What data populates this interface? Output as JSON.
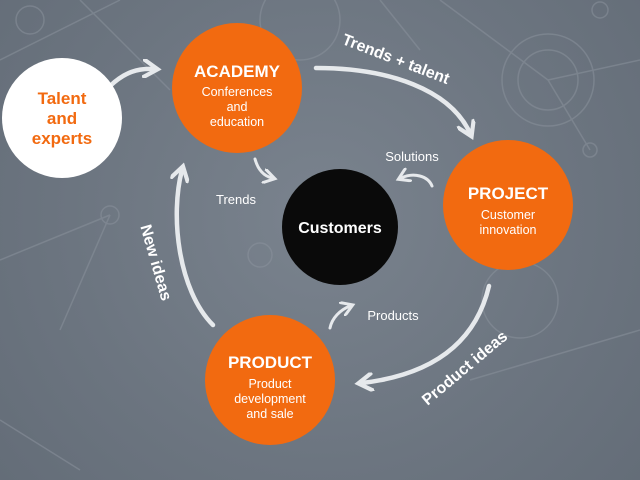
{
  "colors": {
    "background": "#6f7883",
    "orange": "#f26a10",
    "white": "#ffffff",
    "black": "#0a0a0a",
    "arrow": "#e6e9ec"
  },
  "talent": {
    "line1": "Talent",
    "line2": "and",
    "line3": "experts"
  },
  "academy": {
    "title": "ACADEMY",
    "line1": "Conferences",
    "line2": "and",
    "line3": "education"
  },
  "project": {
    "title": "PROJECT",
    "line1": "Customer",
    "line2": "innovation"
  },
  "product": {
    "title": "PRODUCT",
    "line1": "Product",
    "line2": "development",
    "line3": "and sale"
  },
  "customers": {
    "label": "Customers"
  },
  "labels": {
    "trends_talent": "Trends + talent",
    "solutions": "Solutions",
    "trends": "Trends",
    "new_ideas": "New ideas",
    "products": "Products",
    "product_ideas": "Product ideas"
  }
}
